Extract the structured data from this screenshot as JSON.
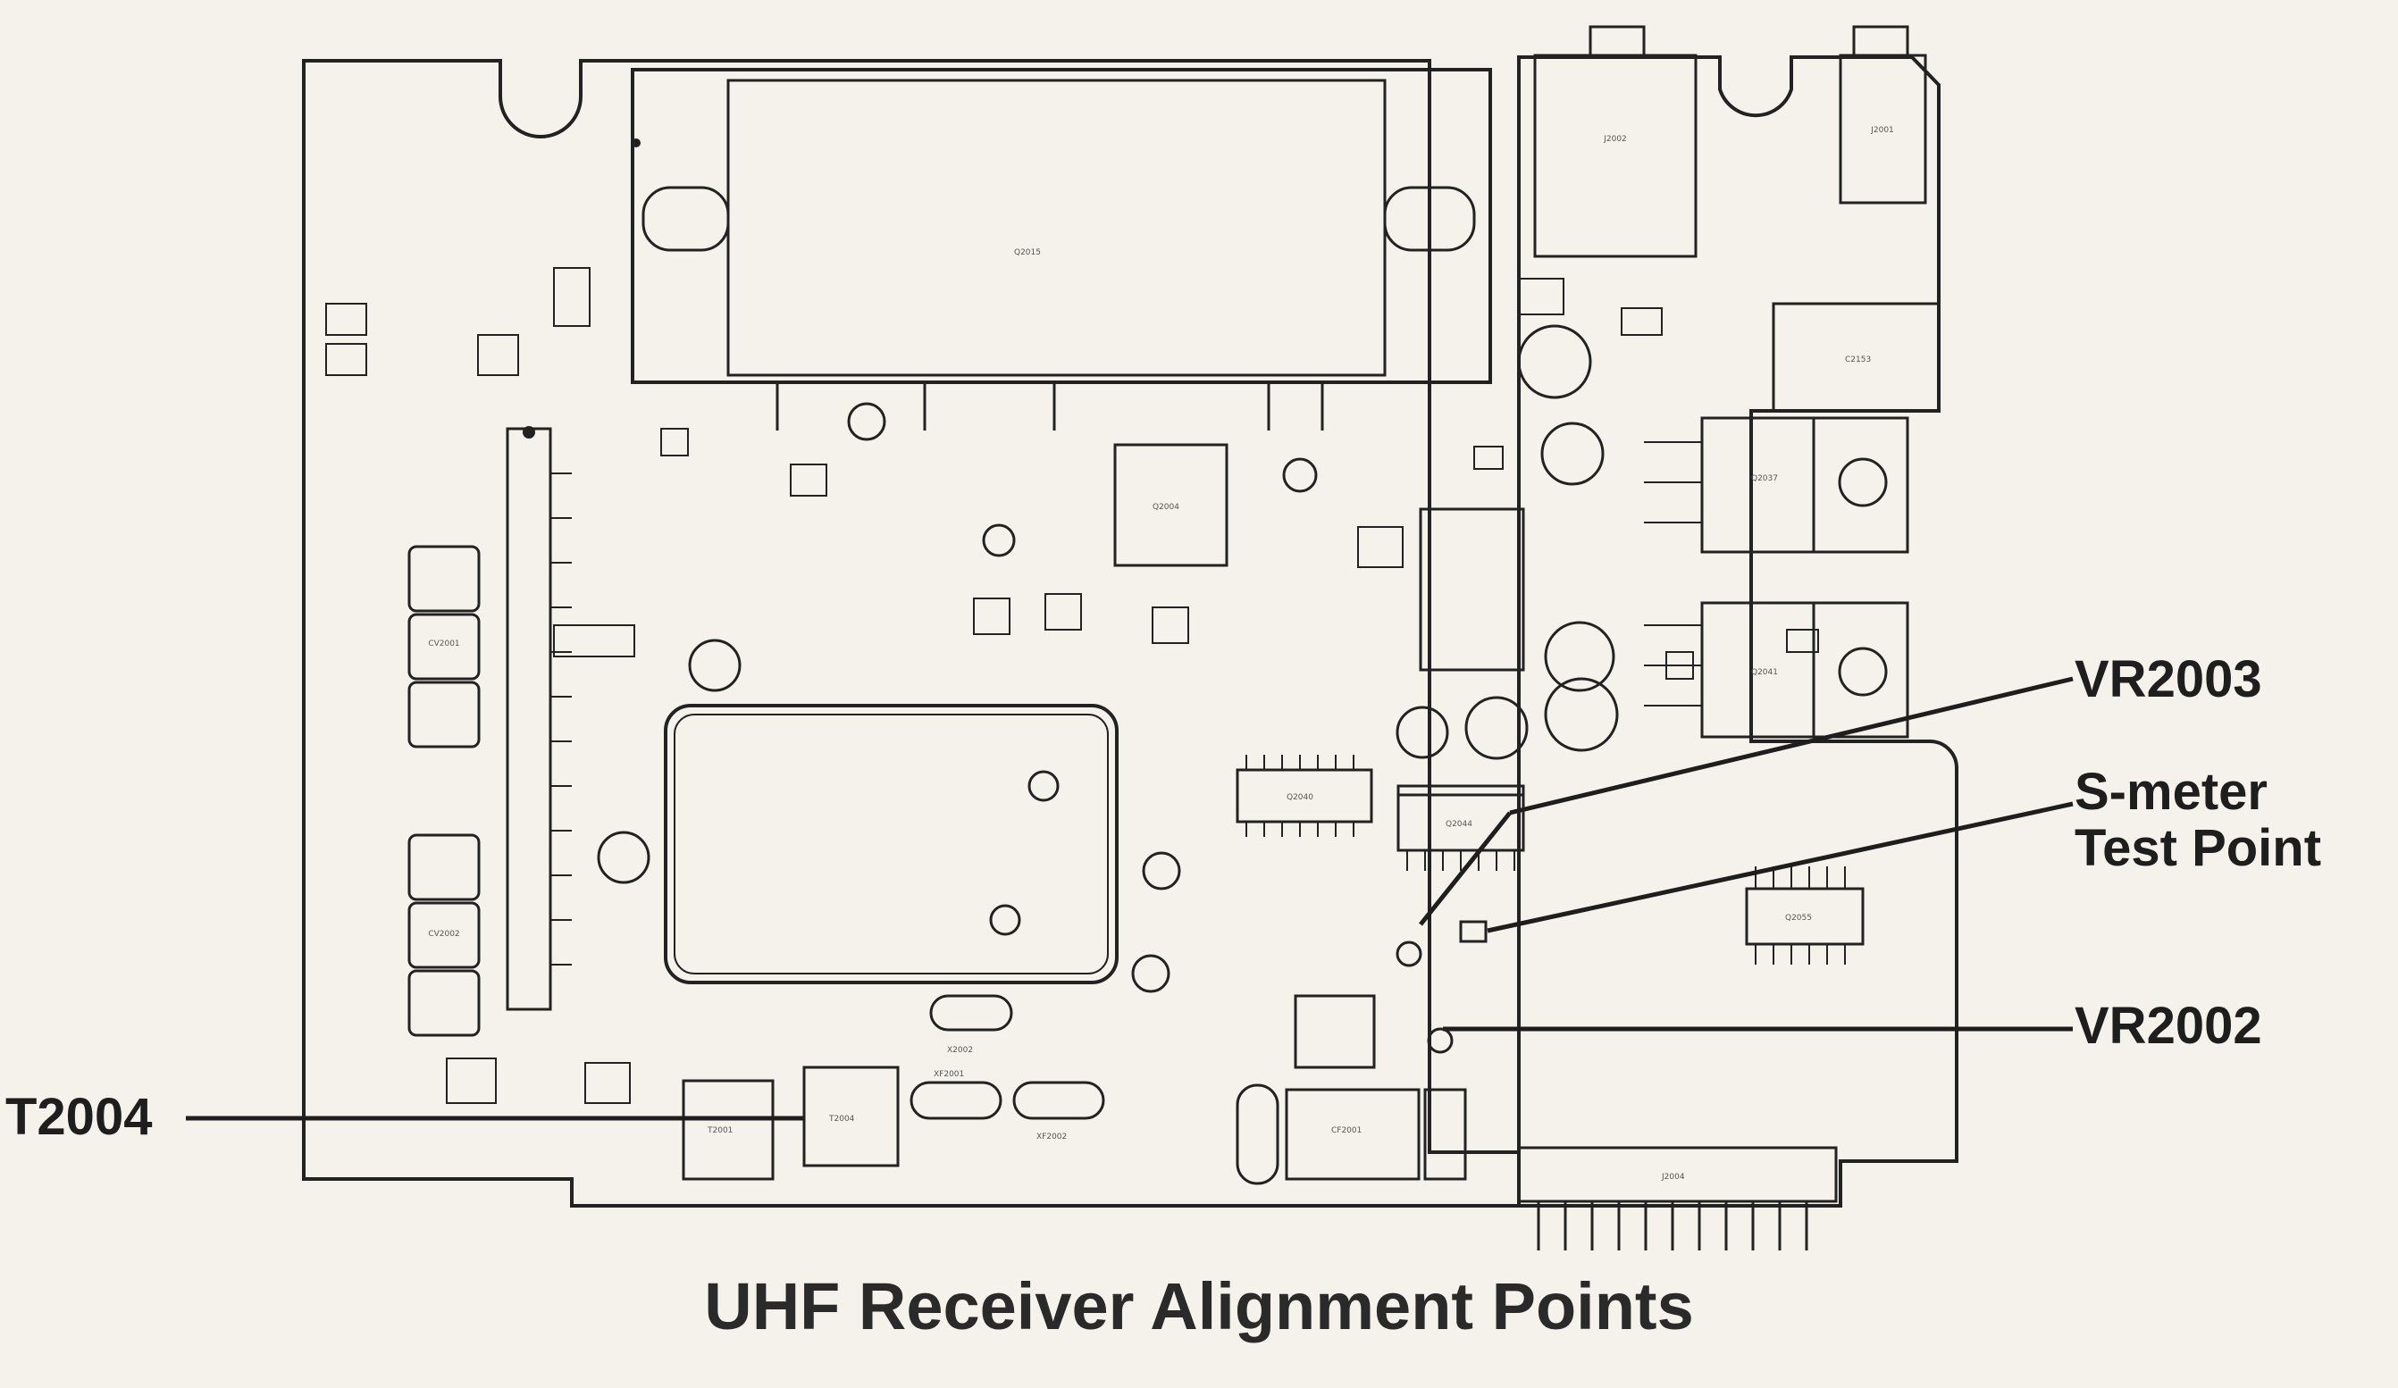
{
  "title": "UHF Receiver Alignment Points",
  "callouts": [
    {
      "id": "vr2003",
      "label": "VR2003"
    },
    {
      "id": "smeter",
      "label": "S-meter\nTest Point"
    },
    {
      "id": "vr2002",
      "label": "VR2002"
    },
    {
      "id": "t2004",
      "label": "T2004"
    }
  ],
  "components": {
    "q2015": "Q2015",
    "j2002": "J2002",
    "j2001": "J2001",
    "cf2001": "CF2001",
    "j2004": "J2004",
    "q2040": "Q2040",
    "q2044": "Q2044",
    "q2055": "Q2055",
    "q2037": "Q2037",
    "q2041": "Q2041",
    "cv2001": "CV2001",
    "cv2002": "CV2002",
    "t2001": "T2001",
    "t2004": "T2004",
    "c2153": "C2153",
    "q2004": "Q2004",
    "x2002": "X2002",
    "xf2001": "XF2001",
    "xf2002": "XF2002"
  },
  "colors": {
    "ink": "#1e1e1e",
    "paper": "#f5f2ec"
  }
}
